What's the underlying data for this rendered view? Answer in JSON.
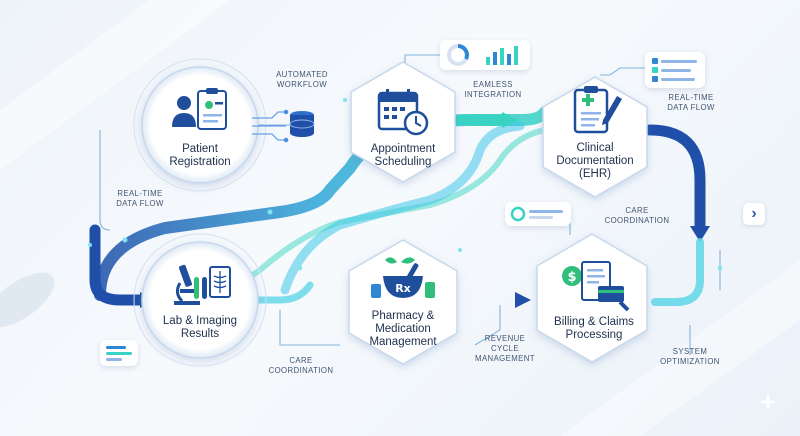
{
  "nodes": [
    {
      "id": "patient-registration",
      "label_l1": "Patient",
      "label_l2": "Registration",
      "icon": "patient-clipboard-icon"
    },
    {
      "id": "appointment-scheduling",
      "label_l1": "Appointment",
      "label_l2": "Scheduling",
      "icon": "calendar-clock-icon"
    },
    {
      "id": "clinical-documentation",
      "label_l1": "Clinical",
      "label_l2": "Documentation",
      "label_l3": "(EHR)",
      "icon": "clipboard-pen-icon"
    },
    {
      "id": "lab-imaging",
      "label_l1": "Lab & Imaging",
      "label_l2": "Results",
      "icon": "microscope-xray-icon"
    },
    {
      "id": "pharmacy",
      "label_l1": "Pharmacy &",
      "label_l2": "Medication",
      "label_l3": "Management",
      "icon": "mortar-pestle-icon"
    },
    {
      "id": "billing-claims",
      "label_l1": "Billing & Claims",
      "label_l2": "Processing",
      "icon": "invoice-card-icon"
    }
  ],
  "annotations": {
    "automated_workflow": {
      "l1": "AUTOMATED",
      "l2": "WORKFLOW"
    },
    "seamless_integration": {
      "l1": "EAMLESS",
      "l2": "INTEGRATION"
    },
    "real_time_top": {
      "l1": "REAL-TIME",
      "l2": "DATA FLOW"
    },
    "real_time_left": {
      "l1": "REAL-TIME",
      "l2": "DATA FLOW"
    },
    "care_coordination_right": {
      "l1": "CARE",
      "l2": "COORDINATION"
    },
    "care_coordination_bottom": {
      "l1": "CARE",
      "l2": "COORDINATION"
    },
    "revenue_cycle": {
      "l1": "REVENUE",
      "l2": "CYCLE",
      "l3": "MANAGEMENT"
    },
    "system_optimization": {
      "l1": "SYSTEM",
      "l2": "OPTIMIZATION"
    }
  },
  "colors": {
    "deep_blue": "#1f4fa8",
    "teal": "#37c9c0",
    "cyan": "#5fd6e6",
    "text_dark": "#1e2f4d",
    "icon_blue": "#1f4e9c",
    "icon_green": "#2fbf7a"
  }
}
